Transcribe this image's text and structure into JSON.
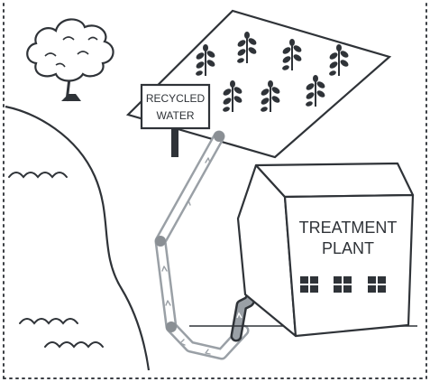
{
  "sign": {
    "line1": "RECYCLED",
    "line2": "WATER"
  },
  "building": {
    "line1": "TREATMENT",
    "line2": "PLANT"
  },
  "colors": {
    "ink": "#2f3338",
    "pipe": "#9aa0a6",
    "pipe_joint": "#8a8f94",
    "window": "#2f3338",
    "background": "#ffffff"
  },
  "icons": [
    "tree-icon",
    "plant-icon",
    "wave-icon",
    "arrow-icon"
  ]
}
